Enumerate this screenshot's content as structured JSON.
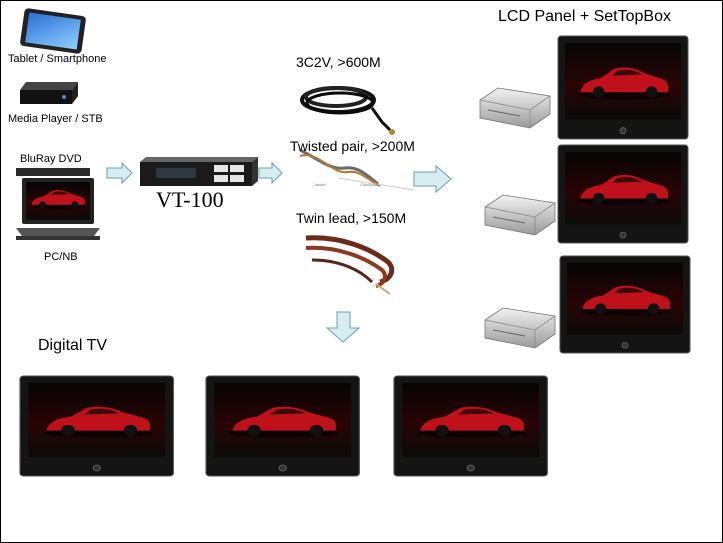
{
  "sources": [
    {
      "label": "Tablet / Smartphone",
      "icon": "tablet-icon"
    },
    {
      "label": "Media Player / STB",
      "icon": "media-player-icon"
    },
    {
      "label": "BluRay DVD",
      "icon": "bluray-icon"
    },
    {
      "label": "PC/NB",
      "icon": "laptop-icon"
    }
  ],
  "device": {
    "label": "VT-100"
  },
  "cables": [
    {
      "label": "3C2V, >600M"
    },
    {
      "label": "Twisted pair, >200M"
    },
    {
      "label": "Twin lead, >150M"
    }
  ],
  "outputs": {
    "lcd_title": "LCD Panel + SetTopBox",
    "digital_title": "Digital TV"
  },
  "colors": {
    "arrow_fill": "#d6eef2",
    "arrow_stroke": "#6aa0b0",
    "tv_bezel": "#141414",
    "car_red": "#c0111a"
  }
}
